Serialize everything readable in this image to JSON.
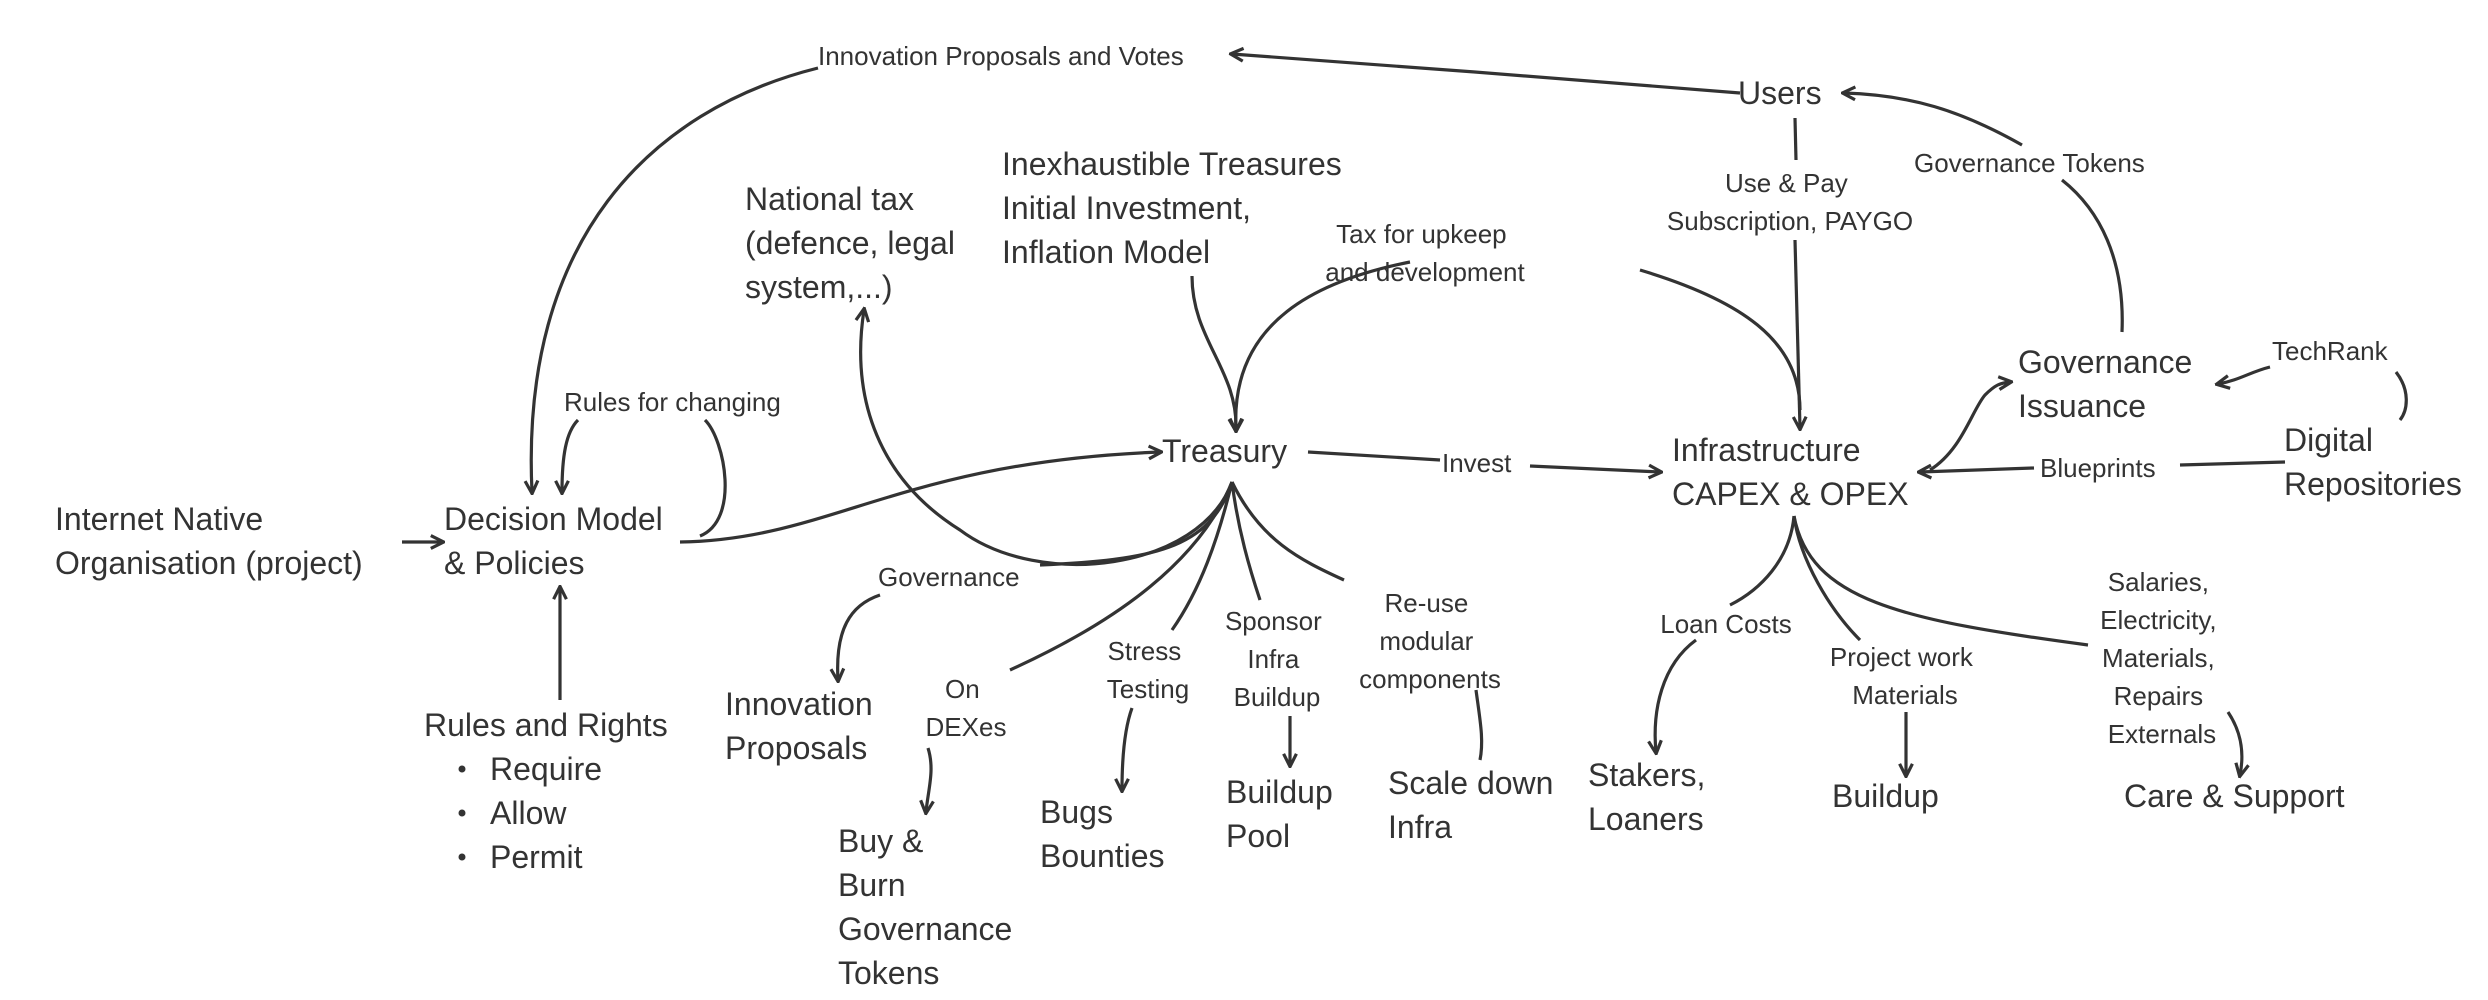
{
  "nodes": {
    "org": [
      "Internet Native",
      "Organisation (project)"
    ],
    "decision": [
      "Decision Model",
      "& Policies"
    ],
    "rules_rights": [
      "Rules and Rights"
    ],
    "rules_items": [
      "Require",
      "Allow",
      "Permit"
    ],
    "national_tax": [
      "National tax",
      "(defence, legal",
      "system,...)"
    ],
    "treasures": [
      "Inexhaustible Treasures",
      "Initial Investment,",
      "Inflation Model"
    ],
    "treasury": [
      "Treasury"
    ],
    "users": [
      "Users"
    ],
    "infrastructure": [
      "Infrastructure",
      "CAPEX & OPEX"
    ],
    "gov_issuance": [
      "Governance",
      "Issuance"
    ],
    "digital_repos": [
      "Digital",
      "Repositories"
    ],
    "innovation": [
      "Innovation",
      "Proposals"
    ],
    "buy_burn": [
      "Buy &",
      "Burn",
      "Governance",
      "Tokens"
    ],
    "bugs": [
      "Bugs",
      "Bounties"
    ],
    "buildup_pool": [
      "Buildup",
      "Pool"
    ],
    "scale_down": [
      "Scale down",
      "Infra"
    ],
    "stakers": [
      "Stakers,",
      "Loaners"
    ],
    "buildup": [
      "Buildup"
    ],
    "care": [
      "Care & Support"
    ]
  },
  "edge_labels": {
    "innovation_votes": [
      "Innovation Proposals and Votes"
    ],
    "rules_changing": [
      "Rules for changing"
    ],
    "tax_upkeep": [
      "Tax for upkeep",
      "and development"
    ],
    "use_pay": [
      "Use & Pay",
      "Subscription, PAYGO"
    ],
    "gov_tokens": [
      "Governance Tokens"
    ],
    "techrank": [
      "TechRank"
    ],
    "blueprints": [
      "Blueprints"
    ],
    "invest": [
      "Invest"
    ],
    "governance": [
      "Governance"
    ],
    "on_dexes": [
      "On",
      "DEXes"
    ],
    "stress": [
      "Stress",
      "Testing"
    ],
    "sponsor": [
      "Sponsor",
      "Infra",
      "Buildup"
    ],
    "reuse": [
      "Re-use",
      "modular",
      "components"
    ],
    "loan_costs": [
      "Loan Costs"
    ],
    "project_work": [
      "Project work",
      "Materials"
    ],
    "salaries": [
      "Salaries,",
      "Electricity,",
      "Materials,",
      "Repairs",
      "Externals"
    ]
  }
}
